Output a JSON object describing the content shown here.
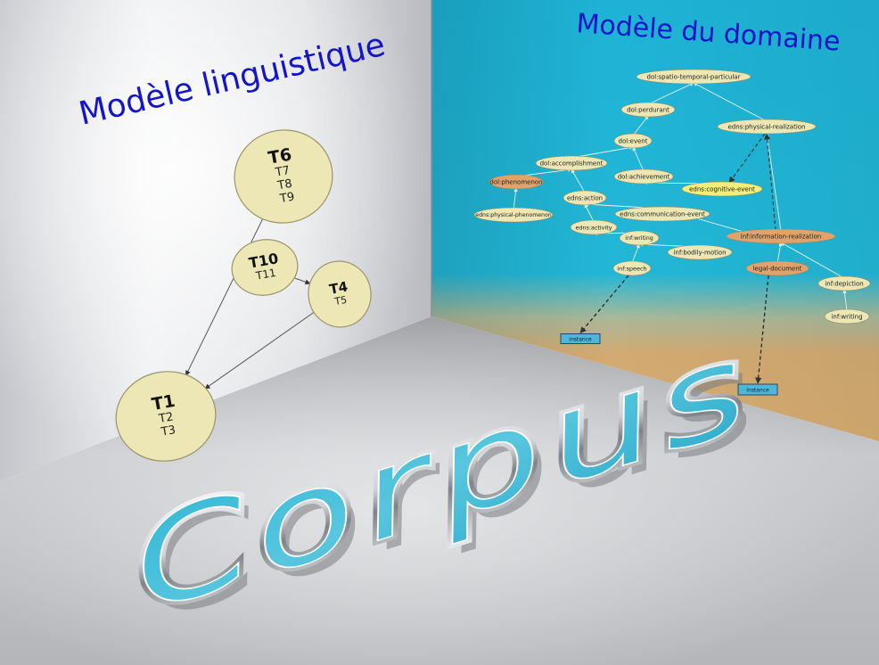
{
  "linguistic": {
    "title": "Modèle linguistique",
    "nodes": [
      {
        "id": "t6",
        "head": "T6",
        "terms": [
          "T7",
          "T8",
          "T9"
        ]
      },
      {
        "id": "t10",
        "head": "T10",
        "terms": [
          "T11"
        ]
      },
      {
        "id": "t4",
        "head": "T4",
        "terms": [
          "T5"
        ]
      },
      {
        "id": "t1",
        "head": "T1",
        "terms": [
          "T2",
          "T3"
        ]
      }
    ],
    "edges": [
      {
        "from": "t6",
        "to": "t1"
      },
      {
        "from": "t10",
        "to": "t4"
      },
      {
        "from": "t4",
        "to": "t1"
      }
    ]
  },
  "domain": {
    "title": "Modèle du domaine",
    "nodes": [
      {
        "id": "spt",
        "label": "dol:spatio-temporal-particular",
        "style": "plain"
      },
      {
        "id": "perd",
        "label": "dol:perdurant",
        "style": "plain"
      },
      {
        "id": "phys",
        "label": "edns:physical-realization",
        "style": "plain"
      },
      {
        "id": "event",
        "label": "dol:event",
        "style": "plain"
      },
      {
        "id": "accomp",
        "label": "dol:accomplishment",
        "style": "plain"
      },
      {
        "id": "achiev",
        "label": "dol:achievement",
        "style": "plain"
      },
      {
        "id": "cogn",
        "label": "edns:cognitive-event",
        "style": "highlight"
      },
      {
        "id": "phen",
        "label": "dol:phenomenon",
        "style": "orange"
      },
      {
        "id": "action",
        "label": "edns:action",
        "style": "plain"
      },
      {
        "id": "comm",
        "label": "edns:communication-event",
        "style": "plain"
      },
      {
        "id": "physph",
        "label": "edns:physical-phenomenon",
        "style": "plain"
      },
      {
        "id": "activ",
        "label": "edns:activity",
        "style": "plain"
      },
      {
        "id": "writ",
        "label": "inf:writing",
        "style": "plain"
      },
      {
        "id": "bodym",
        "label": "inf:bodily-motion",
        "style": "plain"
      },
      {
        "id": "info",
        "label": "inf:information-realization",
        "style": "orange"
      },
      {
        "id": "speech",
        "label": "inf:speech",
        "style": "plain"
      },
      {
        "id": "legal",
        "label": "legal-document",
        "style": "orange"
      },
      {
        "id": "depic",
        "label": "inf:depiction",
        "style": "plain"
      },
      {
        "id": "writg",
        "label": "inf:writing",
        "style": "plain"
      }
    ],
    "instances": [
      {
        "id": "inst1",
        "label": "instance"
      },
      {
        "id": "inst2",
        "label": "instance"
      }
    ]
  },
  "floor": {
    "word": "Corpus"
  },
  "colors": {
    "node_fill": "#ece7b4",
    "node_stroke": "#9a946a",
    "domain_bg": "#1fb4d6",
    "domain_floor": "#c9a56a",
    "orange_node": "#e0a36c",
    "highlight_node": "#f2ee7a",
    "title_blue": "#1414c8"
  }
}
